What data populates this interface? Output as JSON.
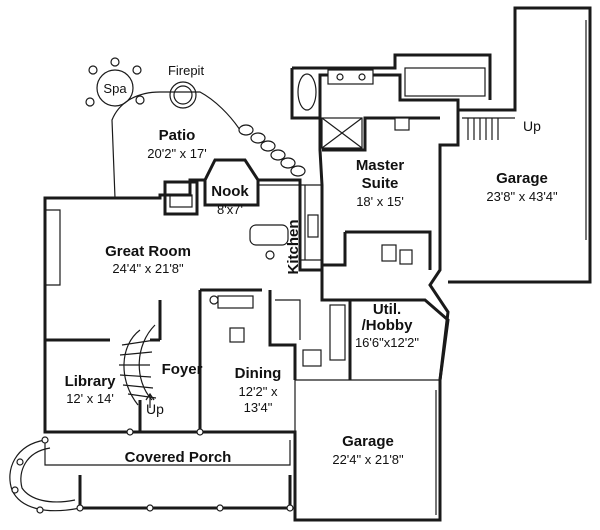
{
  "rooms": {
    "patio": {
      "name": "Patio",
      "dim": "20'2\" x 17'"
    },
    "master_suite": {
      "name": "Master",
      "name2": "Suite",
      "dim": "18' x 15'"
    },
    "garage_right": {
      "name": "Garage",
      "dim": "23'8\" x 43'4\""
    },
    "nook": {
      "name": "Nook",
      "dim": "8'x7'"
    },
    "kitchen": {
      "name": "Kitchen"
    },
    "great_room": {
      "name": "Great Room",
      "dim": "24'4\" x 21'8\""
    },
    "util_hobby": {
      "name": "Util.",
      "name2": "/Hobby",
      "dim": "16'6\"x12'2\""
    },
    "foyer": {
      "name": "Foyer"
    },
    "library": {
      "name": "Library",
      "dim": "12' x 14'"
    },
    "dining": {
      "name": "Dining",
      "dim": "12'2\" x",
      "dim2": "13'4\""
    },
    "garage_bottom": {
      "name": "Garage",
      "dim": "22'4\" x 21'8\""
    },
    "covered_porch": {
      "name": "Covered Porch"
    }
  },
  "features": {
    "spa": "Spa",
    "firepit": "Firepit",
    "up_garage": "Up",
    "up_foyer": "Up"
  }
}
